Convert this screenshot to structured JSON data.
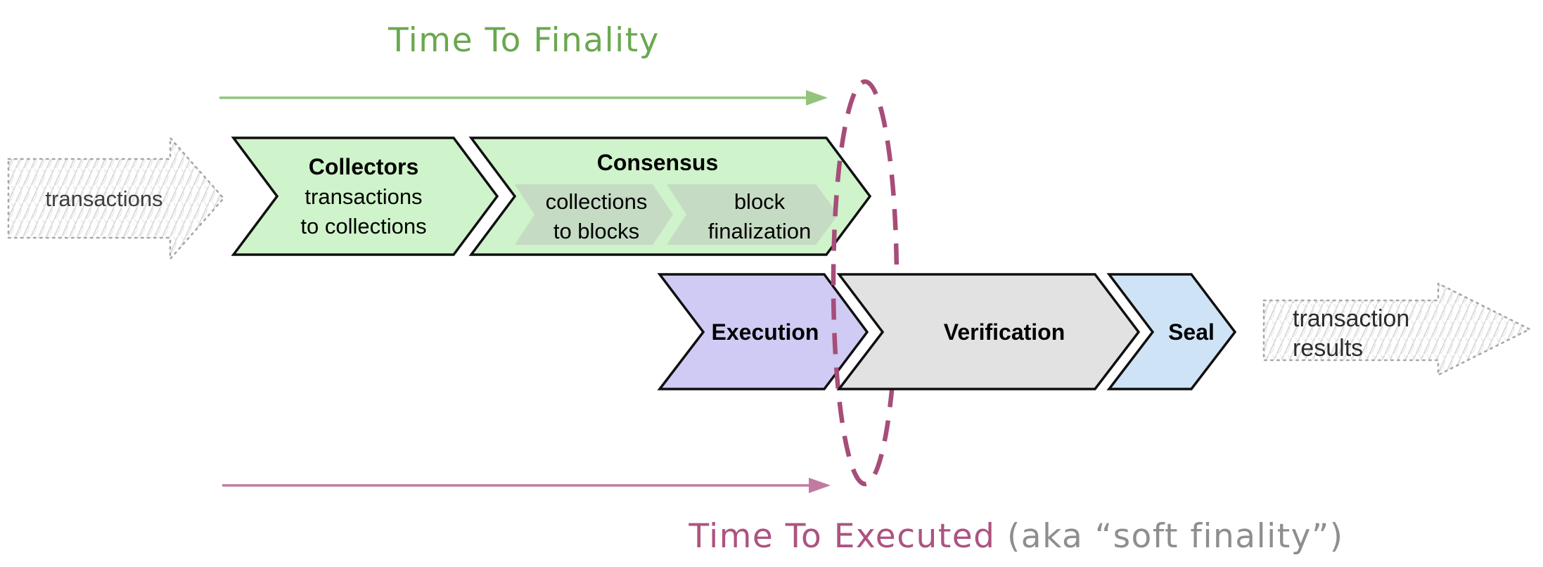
{
  "titles": {
    "time_to_finality": "Time To Finality",
    "time_to_executed": "Time To Executed",
    "executed_note": " (aka “soft finality”)"
  },
  "flow": {
    "input_label": "transactions",
    "output_label_line1": "transaction",
    "output_label_line2": "results"
  },
  "stages": {
    "collectors": {
      "title": "Collectors",
      "subtitle_line1": "transactions",
      "subtitle_line2": "to collections"
    },
    "consensus": {
      "title": "Consensus",
      "steps": {
        "collections_to_blocks": {
          "line1": "collections",
          "line2": "to blocks"
        },
        "block_finalization": {
          "line1": "block",
          "line2": "finalization"
        }
      }
    },
    "execution": {
      "title": "Execution"
    },
    "verification": {
      "title": "Verification"
    },
    "seal": {
      "title": "Seal"
    }
  },
  "colors": {
    "finality_green_text": "#6aa84f",
    "finality_arrow_green": "#93c47d",
    "executed_pink_text": "#ad5380",
    "executed_arrow_pink": "#c27ba0",
    "note_gray": "#8e8e8e",
    "boundary_ellipse_magenta": "#a64d79",
    "stage_green": "#cff3ca",
    "consensus_step_green": "#c5dbc3",
    "execution_purple": "#cfcbf4",
    "verification_gray": "#e2e2e2",
    "seal_blue": "#cfe3f6",
    "outline_black": "#0f0f0f",
    "sketch_border_gray": "#a8a8a8",
    "input_label_gray": "#3d3d3d",
    "output_label_dark": "#2b2b2b"
  }
}
